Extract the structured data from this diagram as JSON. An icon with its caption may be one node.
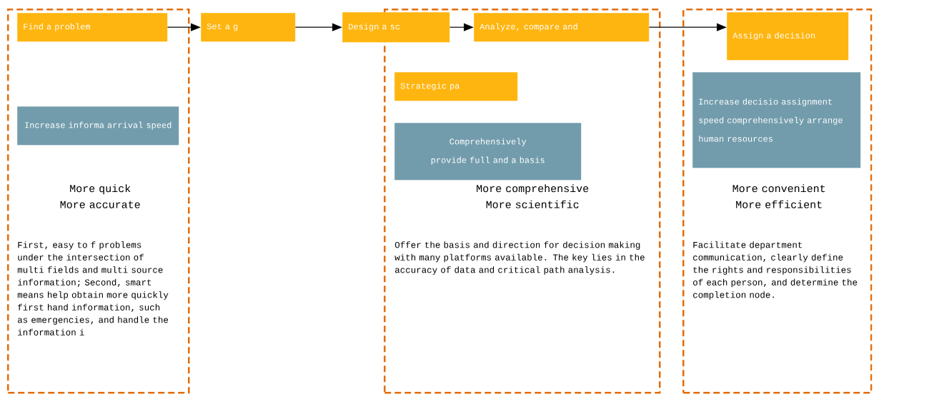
{
  "diagram": {
    "nodes": [
      {
        "text": [],
        "shape": "box"
      },
      {
        "text": [
          "Find a problem"
        ],
        "in": 0
      },
      {
        "text": [
          "Increase informa arrival speed"
        ],
        "in": 0
      },
      {
        "text": [
          "Set a g"
        ]
      },
      {
        "text": [],
        "shape": "box"
      },
      {
        "text": [
          "Design a sc"
        ],
        "in": 4
      },
      {
        "text": [
          "Analyze, compare and"
        ],
        "in": 4
      },
      {
        "text": [
          "Strategic pa"
        ],
        "in": 4
      },
      {
        "text": [
          "Comprehensively provide full and a basis"
        ],
        "in": 4
      },
      {
        "text": [],
        "shape": "box"
      },
      {
        "text": [
          "Assign a decision"
        ],
        "in": 9
      },
      {
        "text": [
          "Increase decisio assignment speed comprehensively arrange human resources"
        ],
        "in": 9
      }
    ],
    "edges": [
      {
        "from": 1,
        "to": 3,
        "arrow": "to"
      },
      {
        "from": 3,
        "to": 5,
        "arrow": "to"
      },
      {
        "from": 5,
        "to": 6,
        "arrow": "to"
      },
      {
        "from": 6,
        "to": 10,
        "arrow": "to"
      }
    ],
    "labels": [
      "More quick More accurate",
      "First, easy to f problems under the intersection of multi fields and multi source information; Second, smart means help obtain more quickly first hand information, such as emergencies, and handle the information i",
      "More comprehensive More scientific",
      "Offer the basis and direction for decision making with many platforms available. The key lies in the accuracy of data and critical path analysis.",
      "More convenient More efficient",
      "Facilitate department communication, clearly define the rights and responsibilities of each person, and determine the completion node."
    ]
  }
}
